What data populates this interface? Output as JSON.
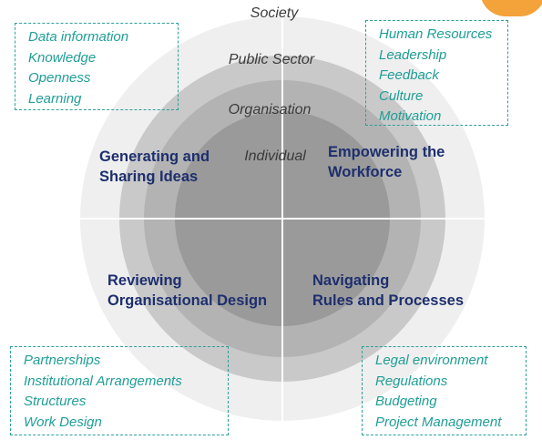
{
  "colors": {
    "outer_ring": "#efefef",
    "mid_ring": "#c9c9c9",
    "inner_ring": "#b3b3b3",
    "core": "#9a9a9a",
    "quadrant_text": "#1d2f6e",
    "box_text": "#1f9e96",
    "box_border": "#2aa198"
  },
  "rings": {
    "society": "Society",
    "public_sector": "Public Sector",
    "organisation": "Organisation",
    "individual": "Individual"
  },
  "quadrants": {
    "top_left": [
      "Generating and",
      "Sharing Ideas"
    ],
    "top_right": [
      "Empowering the",
      "Workforce"
    ],
    "bottom_left": [
      "Reviewing",
      "Organisational Design"
    ],
    "bottom_right": [
      "Navigating",
      "Rules and Processes"
    ]
  },
  "boxes": {
    "top_left": [
      "Data information",
      "Knowledge",
      "Openness",
      "Learning"
    ],
    "top_right": [
      "Human Resources",
      "Leadership",
      "Feedback",
      "Culture",
      "Motivation"
    ],
    "bottom_left": [
      "Partnerships",
      "Institutional Arrangements",
      "Structures",
      "Work Design"
    ],
    "bottom_right": [
      "Legal environment",
      "Regulations",
      "Budgeting",
      "Project Management"
    ]
  }
}
